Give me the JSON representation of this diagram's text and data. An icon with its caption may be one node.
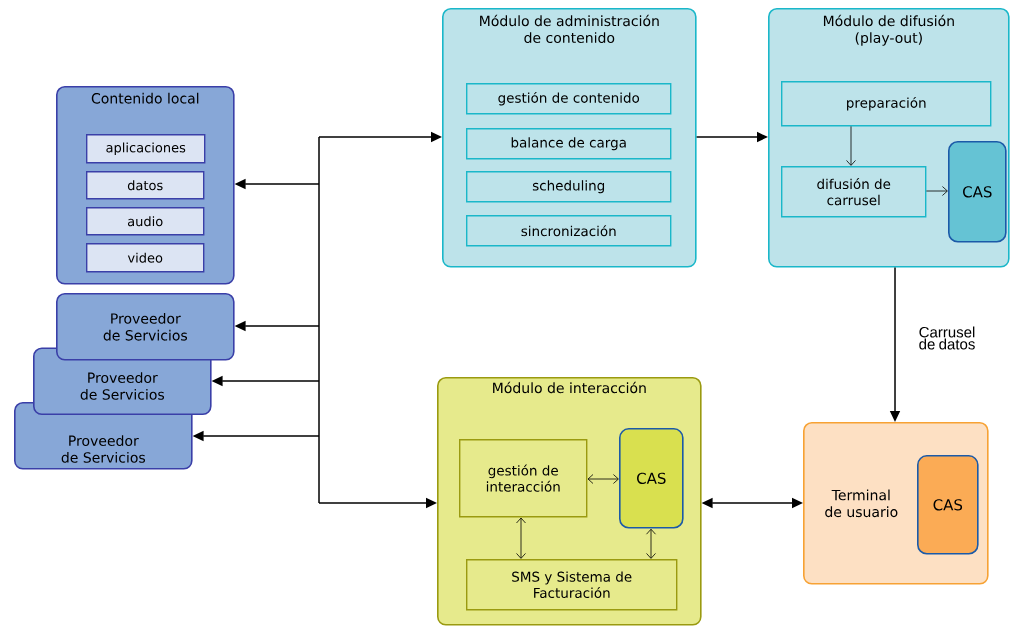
{
  "diagram": {
    "nodes": [
      {
        "text": [
          "Contenido local"
        ]
      },
      {
        "text": [
          "aplicaciones"
        ],
        "in": 0
      },
      {
        "text": [
          "datos"
        ],
        "in": 0
      },
      {
        "text": [
          "audio"
        ],
        "in": 0
      },
      {
        "text": [
          "video"
        ],
        "in": 0
      },
      {
        "text": [
          "Proveedor de Servicios"
        ]
      },
      {
        "text": [
          "Proveedor de Servicios"
        ]
      },
      {
        "text": [
          "Proveedor de Servicios"
        ]
      },
      {
        "text": [
          "Módulo de administración de contenido"
        ]
      },
      {
        "text": [
          "gestión de contenido"
        ],
        "in": 8
      },
      {
        "text": [
          "balance de carga"
        ],
        "in": 8
      },
      {
        "text": [
          "scheduling"
        ],
        "in": 8
      },
      {
        "text": [
          "sincronización"
        ],
        "in": 8
      },
      {
        "text": [
          "Módulo de difusión (play-out)"
        ]
      },
      {
        "text": [
          "preparación"
        ],
        "in": 13
      },
      {
        "text": [
          "difusión de carrusel"
        ],
        "in": 13
      },
      {
        "text": [
          "CAS"
        ],
        "in": 13
      },
      {
        "text": [
          "Módulo de interacción"
        ]
      },
      {
        "text": [
          "gestión de interacción"
        ],
        "in": 17
      },
      {
        "text": [
          "CAS"
        ],
        "in": 17
      },
      {
        "text": [
          "SMS y Sistema de Facturación"
        ],
        "in": 17
      },
      {
        "text": [
          "Terminal de usuario"
        ]
      },
      {
        "text": [
          "CAS"
        ],
        "in": 21
      }
    ],
    "edges": [
      {
        "from": null,
        "to": 8,
        "arrow": "to"
      },
      {
        "from": null,
        "to": 0,
        "arrow": "to"
      },
      {
        "from": null,
        "to": 5,
        "arrow": "to"
      },
      {
        "from": null,
        "to": 6,
        "arrow": "to"
      },
      {
        "from": null,
        "to": 7,
        "arrow": "to"
      },
      {
        "from": null,
        "to": 17,
        "arrow": "to"
      },
      {
        "from": 8,
        "to": 13,
        "arrow": "to"
      },
      {
        "from": 14,
        "to": 15,
        "arrow": "to"
      },
      {
        "from": 15,
        "to": 16,
        "arrow": "to"
      },
      {
        "from": 13,
        "to": 21,
        "arrow": "to",
        "label": "Carrusel de datos"
      },
      {
        "from": 17,
        "to": 21,
        "arrow": "both"
      },
      {
        "from": 18,
        "to": 19,
        "arrow": "both"
      },
      {
        "from": 18,
        "to": 20,
        "arrow": "both"
      },
      {
        "from": 19,
        "to": 20,
        "arrow": "both"
      }
    ]
  }
}
